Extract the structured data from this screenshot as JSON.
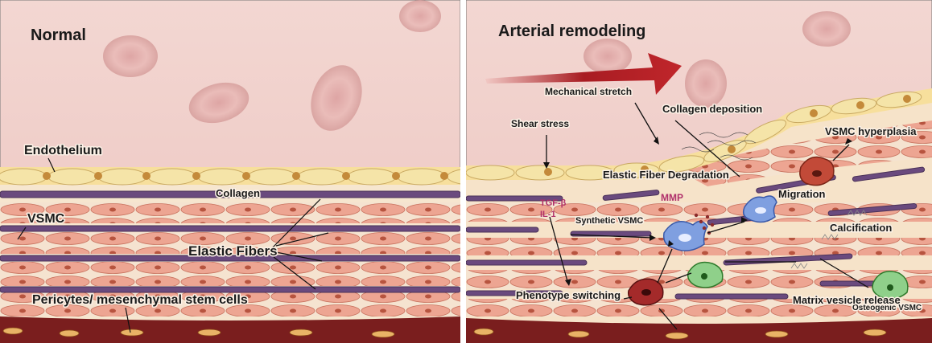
{
  "left_panel": {
    "title": "Normal",
    "labels": {
      "endothelium": "Endothelium",
      "collagen": "Collagen",
      "vsmc": "VSMC",
      "elastic_fibers": "Elastic Fibers",
      "pericytes": "Pericytes/ mesenchymal stem cells"
    }
  },
  "right_panel": {
    "title": "Arterial remodeling",
    "labels": {
      "mechanical_stretch": "Mechanical stretch",
      "shear_stress": "Shear stress",
      "collagen_deposition": "Collagen deposition",
      "vsmc_hyperplasia": "VSMC hyperplasia",
      "elastic_fiber_degradation": "Elastic Fiber Degradation",
      "tgf_beta": "TGF-β",
      "il_1": "IL-1",
      "mmp": "MMP",
      "synthetic_vsmc": "Synthetic VSMC",
      "migration": "Migration",
      "calcification": "Calcification",
      "phenotype_switching": "Phenotype switching",
      "osteogenic_vsmc": "Osteogenic VSMC",
      "matrix_vesicle_release": "Matrix vesicle release"
    }
  },
  "colors": {
    "lumen": "#f2d3cf",
    "intima": "#f6e6cf",
    "elastic_fiber": "#6a4a7e",
    "smc": "#e9a08b",
    "adventitia": "#7a1e1e",
    "arrow_red": "#b5242a",
    "nucleus": "#c48a3a"
  }
}
